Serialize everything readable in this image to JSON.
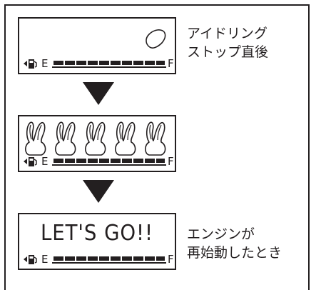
{
  "panels": [
    {
      "id": "idle-stop",
      "icon": "idle-stop-icon",
      "caption": [
        "アイドリング",
        "ストップ直後"
      ]
    },
    {
      "id": "rabbits",
      "icon": "rabbit-icon",
      "rabbit_count": 5
    },
    {
      "id": "restart",
      "message": "LET'S GO!!",
      "caption": [
        "エンジンが",
        "再始動したとき"
      ]
    }
  ],
  "gauge": {
    "empty_label": "E",
    "full_label": "F",
    "segments": 10,
    "icon": "fuel-pump-icon"
  },
  "colors": {
    "ink": "#231f20",
    "background": "#ffffff"
  }
}
